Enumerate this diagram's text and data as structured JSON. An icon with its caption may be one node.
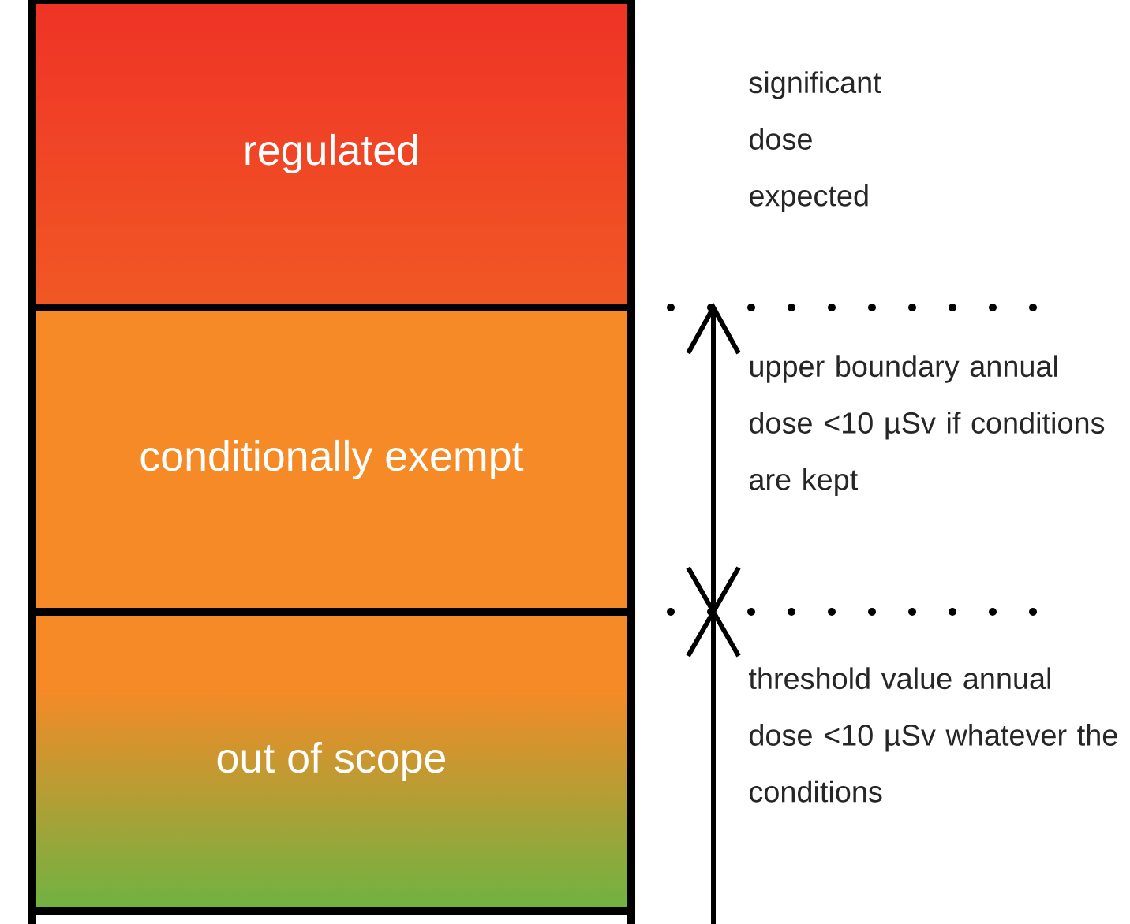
{
  "diagram": {
    "nodes": [
      {
        "text": [
          "regulated"
        ]
      },
      {
        "text": [
          "conditionally exempt"
        ]
      },
      {
        "text": [
          "out of scope"
        ]
      }
    ],
    "labels": [
      "significant dose expected",
      "upper boundary annual dose <10 µSv if conditions are kept",
      "threshold value annual dose <10 µSv whatever the conditions"
    ]
  }
}
